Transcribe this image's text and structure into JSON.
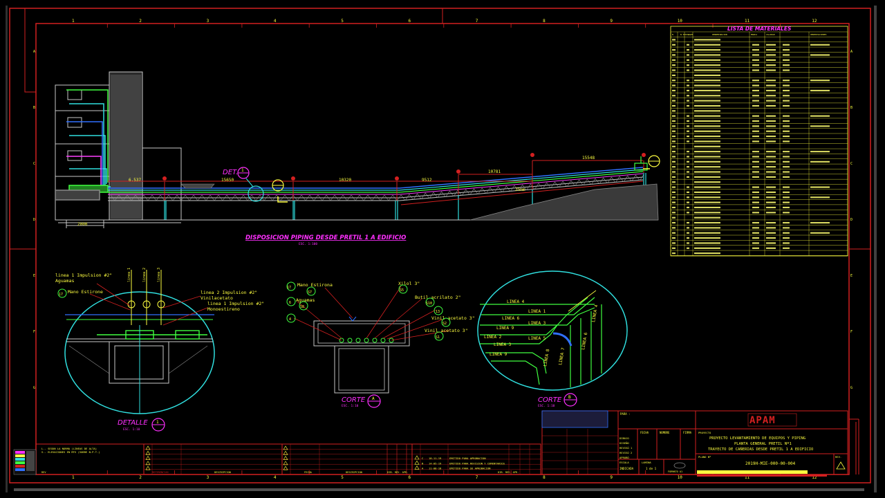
{
  "window": {
    "background": "#000000",
    "frame_color": "#d32020",
    "text_color": "#ffff40",
    "accent_magenta": "#ff30ff",
    "accent_cyan": "#30e0e0",
    "accent_green": "#40ff40"
  },
  "grid": {
    "columns_top": [
      "1",
      "2",
      "3",
      "4",
      "5",
      "6",
      "7",
      "8",
      "9",
      "10",
      "11",
      "12"
    ],
    "rows_left": [
      "A",
      "B",
      "C",
      "D",
      "E",
      "F",
      "G"
    ],
    "rows_right": [
      "A",
      "B",
      "C",
      "D",
      "E",
      "F",
      "G"
    ]
  },
  "views": {
    "main_title": "DISPOSICION PIPING DESDE PRETIL 1 A EDIFICIO",
    "main_scale": "ESC. 1:100",
    "det_tag": "DET.",
    "det_num": "1",
    "dims": [
      "15650",
      "10320",
      "9512",
      "10781",
      "15548",
      "6.537",
      "2000"
    ],
    "slope_label": "25mm",
    "detalle_title": "DETALLE",
    "detalle_num": "1",
    "detalle_scale": "ESC. 1:10",
    "corte_a_title": "CORTE",
    "corte_a_num": "A",
    "corte_a_scale": "ESC. 1:10",
    "corte_b_title": "CORTE",
    "corte_b_num": "B",
    "corte_b_scale": "ESC. 1:10"
  },
  "detail_labels": {
    "d1": "linea 1 Impulsion #2\"",
    "d1b": "Aguamas",
    "d2": "Mano Estirone",
    "d2n": "17",
    "d3": "linea 2 Impulsion #2\"",
    "d3b": "Vinilacetato",
    "d3c": "linea 1 Impulsion #2\"",
    "d3d": "Monoestireno",
    "linea_a": "linea 1",
    "linea_b": "linea 2",
    "linea_c": "linea 3"
  },
  "corte_a_labels": {
    "l1": "Mano Estirona",
    "l1n": "17",
    "l1b": "S7",
    "l2": "Aguamas",
    "l2n": "6",
    "l2b": "S8",
    "l3": "4",
    "r1": "Xilol 3\"",
    "r1n": "S5",
    "r2": "Butil acrilato 2\"",
    "r2n": "S10",
    "r3": "13",
    "r4": "Vinil acetato 3\"",
    "r4n": "S2",
    "r5": "Vinil acetato 3\"",
    "r5n": "S1"
  },
  "corte_b_labels": [
    "LINEA 4",
    "LINEA 1",
    "LINEA 6",
    "LINEA 3",
    "LINEA 9",
    "LINEA 2",
    "LINEA 5",
    "LINEA 3",
    "LINEA 9",
    "LINEA 8",
    "LINEA 7",
    "LINEA 6",
    "LINEA 4"
  ],
  "materials": {
    "title": "LISTA DE MATERIALES",
    "headers": [
      "N",
      "N PIEZA",
      "CANT",
      "DENOMINACION",
      "MARCA",
      "CALIDAD",
      "OBSERVACIONES"
    ]
  },
  "title_block": {
    "project_label": "PROYECTO",
    "project_line1": "PROYECTO LEVANTAMIENTO DE EQUIPOS Y PIPING",
    "project_line2": "PLANTA GENERAL PRETIL Nº1",
    "project_line3": "TRAYECTO DE CAÑERIAS DESDE PRETIL 1 A EDIFICIO",
    "plano_label": "PLANO Nº",
    "plano_number": "2019H-MIE-000-00-004",
    "rev_label": "REV.",
    "para_label": "PARA :",
    "fecha_label": "FECHA",
    "nombre_label": "NOMBRE",
    "firma_label": "FIRMA",
    "rows": [
      "DIBUJO",
      "DISEÑO",
      "REVISÓ 1",
      "REVISÓ 2",
      "APROBÓ"
    ],
    "escala_label": "ESCALA",
    "escala_value": "INDICADA",
    "lamina_label": "LAMINA",
    "lamina_value": "1 de 1",
    "formato_label": "FORMATO A1",
    "logo_text": "APAM"
  },
  "revisions": {
    "items": [
      {
        "rev": "C",
        "date": "18-11-19",
        "desc": "EMITIDO PARA APROBACION"
      },
      {
        "rev": "B",
        "date": "14-05-19",
        "desc": "EMITIDO PARA REVISION Y COMENTARIOS"
      },
      {
        "rev": "A",
        "date": "11-08-18",
        "desc": "EMITIDO PARA SU APROBACION"
      }
    ],
    "col_rev": "REV",
    "col_desc": "DESCRIPCION",
    "col_date": "FECHA",
    "col_by": "DIB. REV. APR.",
    "ref_label": "REFERENCIAS",
    "notes_line1": "L.- SEGUN LA NORMA (LINEAS DE ALTA)",
    "notes_line2": "S.- ELEVACIONES EN MTS (SOBRE N.P.T.)"
  }
}
